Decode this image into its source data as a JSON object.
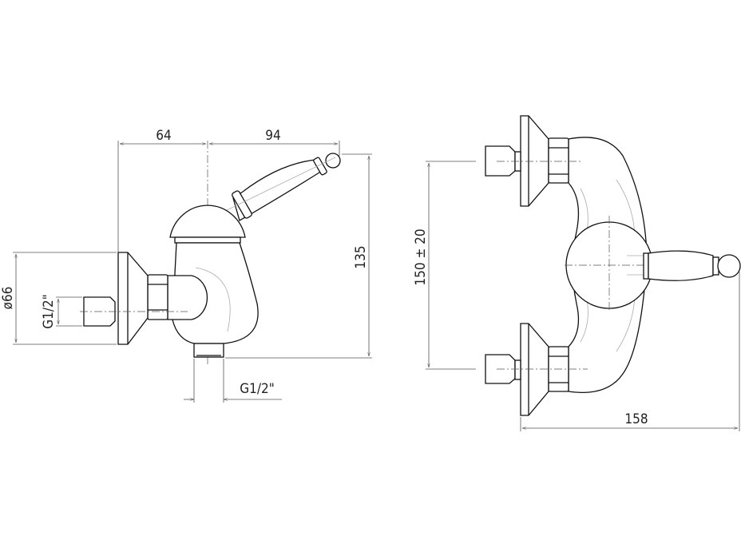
{
  "title": "Wall-mounted single lever mixer – technical drawing",
  "side_view": {
    "dim_left_width": "64",
    "dim_right_width": "94",
    "dim_height": "135",
    "dim_flange_diameter": "ø66",
    "dim_inlet_thread": "G1/2\"",
    "dim_outlet_thread": "G1/2\""
  },
  "front_view": {
    "dim_inlet_spacing": "150 ± 20",
    "dim_depth": "158"
  }
}
